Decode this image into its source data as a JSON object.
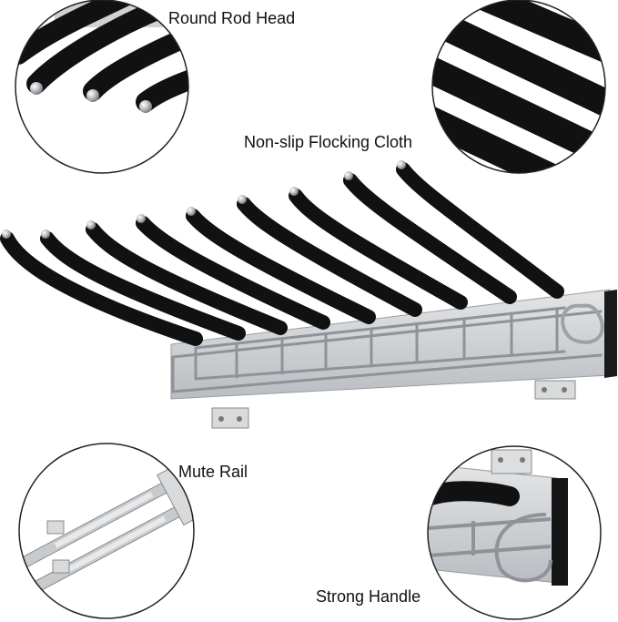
{
  "labels": {
    "round_rod_head": "Round Rod Head",
    "non_slip_cloth": "Non-slip Flocking Cloth",
    "mute_rail": "Mute Rail",
    "strong_handle": "Strong Handle"
  },
  "colors": {
    "foam": "#111111",
    "rail": "#c9cccf",
    "chrome": "#a7aaae",
    "ball": "#d4d6d8",
    "outline": "#222222"
  }
}
